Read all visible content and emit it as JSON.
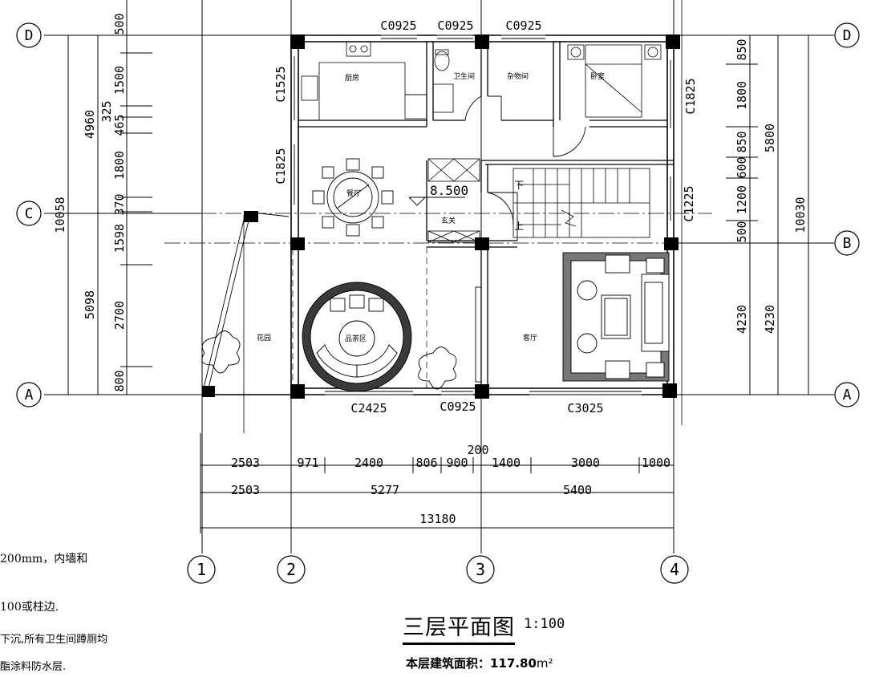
{
  "grid_rows": {
    "D": "D",
    "C": "C",
    "B": "B",
    "A": "A"
  },
  "grid_cols": {
    "c1": "1",
    "c2": "2",
    "c3": "3",
    "c4": "4"
  },
  "left_dims": {
    "outer_top": "500",
    "a": "1500",
    "b": "325",
    "c": "465",
    "d": "1800",
    "e": "370",
    "f": "1598",
    "g": "2700",
    "h": "800",
    "mid_upper": "4960",
    "mid_lower": "5098",
    "total": "10058"
  },
  "right_dims": {
    "a": "850",
    "b": "1800",
    "c": "850",
    "d": "600",
    "e": "1200",
    "f": "500",
    "g": "4230",
    "h": "4230",
    "upper": "5800",
    "total": "10030"
  },
  "windows": {
    "w1": "C0925",
    "w2": "C0925",
    "w3": "C0925",
    "w4": "C1525",
    "w5": "C1825",
    "w6": "C1825",
    "w7": "C1225",
    "w8": "C2425",
    "w9": "C0925",
    "w10": "C3025"
  },
  "rooms": {
    "kitchen": "厨房",
    "bath": "卫生间",
    "storage": "杂物间",
    "bedroom": "卧室",
    "dining": "餐厅",
    "foyer": "玄关",
    "garden": "花园",
    "tea": "品茶区",
    "living": "客厅",
    "down": "下",
    "up": "上",
    "level": "8.500"
  },
  "bottom_dims": {
    "r1": [
      "2503",
      "971",
      "2400",
      "806",
      "900",
      "1400",
      "3000",
      "1000"
    ],
    "extra": "200",
    "r2": [
      "2503",
      "5277",
      "5400"
    ],
    "r3": "13180"
  },
  "notes": {
    "n1": "200mm，内墙和",
    "n2": "100或柱边.",
    "n3": "下沉,所有卫生间蹲厕均",
    "n4": "酯涂料防水层."
  },
  "drawing": {
    "title": "三层平面图",
    "scale": "1:100",
    "area_label": "本层建筑面积：",
    "area_value": "117.80",
    "area_unit": "m²"
  }
}
